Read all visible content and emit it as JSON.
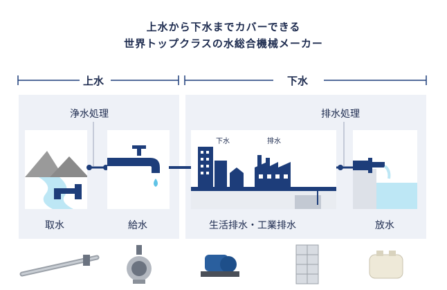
{
  "headline": {
    "line1": "上水から下水までカバーできる",
    "line2": "世界トップクラスの水総合機械メーカー"
  },
  "sections": {
    "upper": "上水",
    "lower": "下水"
  },
  "process": {
    "purification": "浄水処理",
    "drainage_treatment": "排水処理"
  },
  "stages": {
    "intake": "取水",
    "supply": "給水",
    "sewage": "生活排水・工業排水",
    "discharge": "放水"
  },
  "labels": {
    "sewer": "下水",
    "drain": "排水"
  },
  "colors": {
    "navy": "#1d3d7a",
    "panel": "#eef1f7",
    "water": "#bde7f5",
    "mountain": "#9a9a9a"
  }
}
